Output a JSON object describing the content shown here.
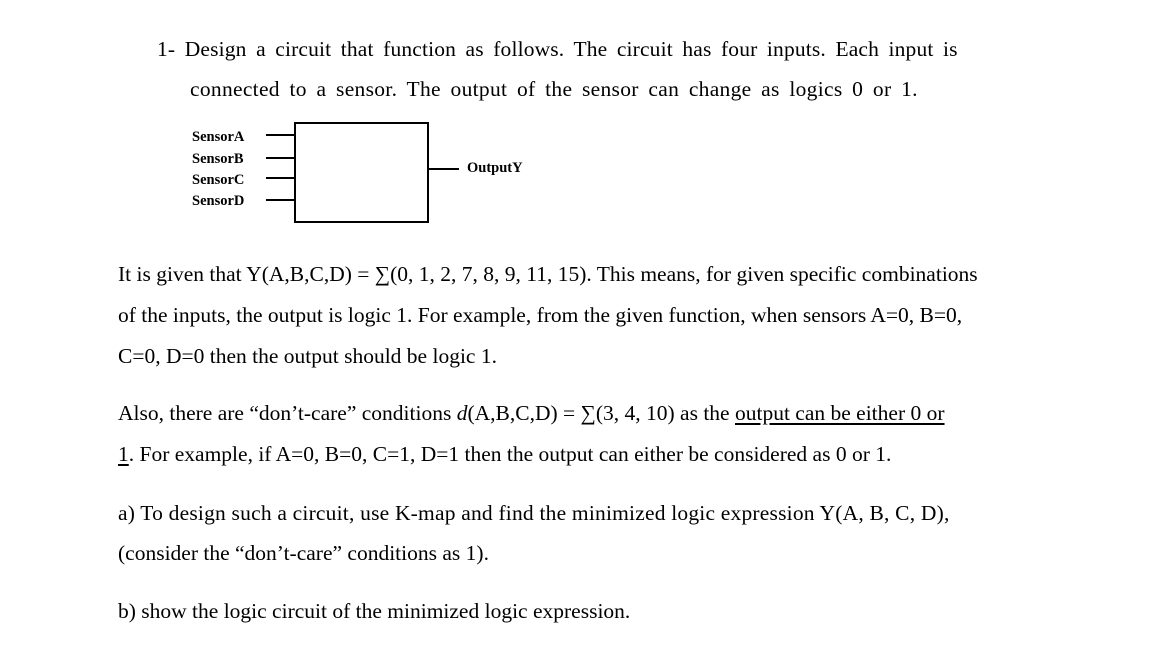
{
  "problem": {
    "line1": "1- Design a circuit that function as follows. The circuit has four inputs. Each input is",
    "line2": "connected to a sensor. The output of the sensor can change as logics 0 or 1."
  },
  "diagram": {
    "inputs": [
      "SensorA",
      "SensorB",
      "SensorC",
      "SensorD"
    ],
    "output": "OutputY"
  },
  "given": {
    "line1": "It is given that Y(A,B,C,D) = ∑(0, 1, 2, 7, 8, 9, 11, 15). This means, for given specific combinations",
    "line2": "of the inputs, the output is logic 1. For example, from the given function, when sensors A=0, B=0,",
    "line3": "C=0, D=0 then the output should be logic 1."
  },
  "dont_care": {
    "part1": "Also, there are “don’t-care” conditions ",
    "d": "d",
    "part2": "(A,B,C,D) = ∑(3, 4, 10) as the ",
    "underlined": "output can be either 0 or",
    "underlined2": "1",
    "part3": ". For example, if A=0, B=0, C=1, D=1 then the output can either be considered as 0 or 1."
  },
  "part_a": {
    "line1": "a) To design such a circuit, use K-map and find the minimized logic expression Y(A, B, C, D),",
    "line2": "(consider the “don’t-care” conditions as 1)."
  },
  "part_b": {
    "line1": "b) show the logic circuit of the minimized logic expression."
  }
}
